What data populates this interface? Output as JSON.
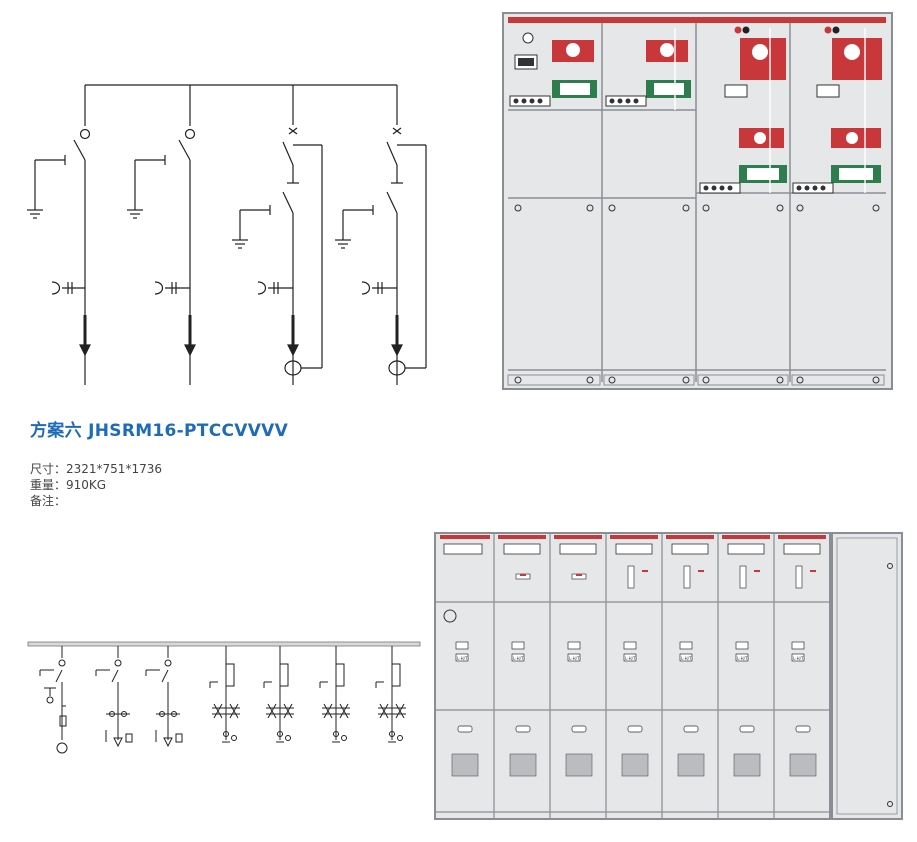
{
  "scheme": {
    "title": "方案六 JHSRM16-PTCCVVVV",
    "size_label": "尺寸：2321*751*1736",
    "weight_label": "重量：910KG",
    "note_label": "备注："
  },
  "colors": {
    "title": "#1e6bb8",
    "cabinet": "#e9eaec",
    "cabinet_stroke": "#8a8d92",
    "red_panel": "#c8373a",
    "green_panel": "#2e7d4f",
    "line": "#222222"
  },
  "panels": {
    "top_lower_text": "L-H/T"
  }
}
